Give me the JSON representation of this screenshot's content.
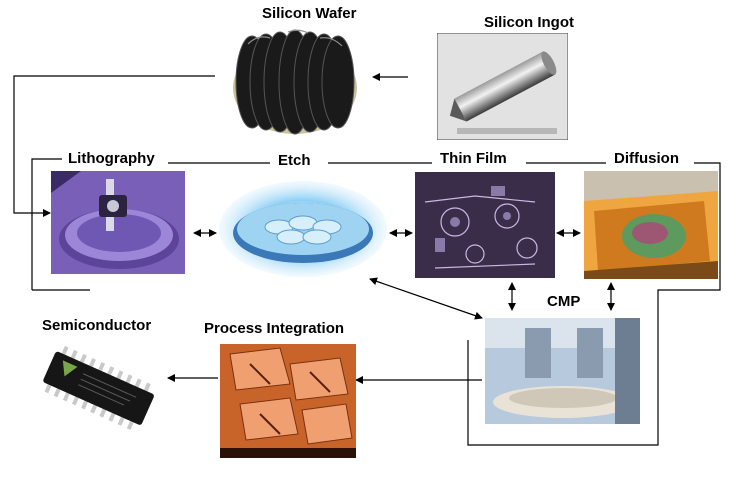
{
  "labels": {
    "silicon_wafer": "Silicon Wafer",
    "silicon_ingot": "Silicon Ingot",
    "lithography": "Lithography",
    "etch": "Etch",
    "thin_film": "Thin Film",
    "diffusion": "Diffusion",
    "cmp": "CMP",
    "semiconductor": "Semiconductor",
    "process_integration": "Process Integration"
  },
  "colors": {
    "line": "#000000",
    "lithography_bg": "#7a5fb8",
    "etch_glow": "#8fd0f5",
    "thin_film_bg": "#3a2d4a",
    "diffusion_bg": "#f0a640",
    "cmp_bg": "#b7c9dc",
    "process_bg": "#c8642a",
    "chip_body": "#161616"
  }
}
